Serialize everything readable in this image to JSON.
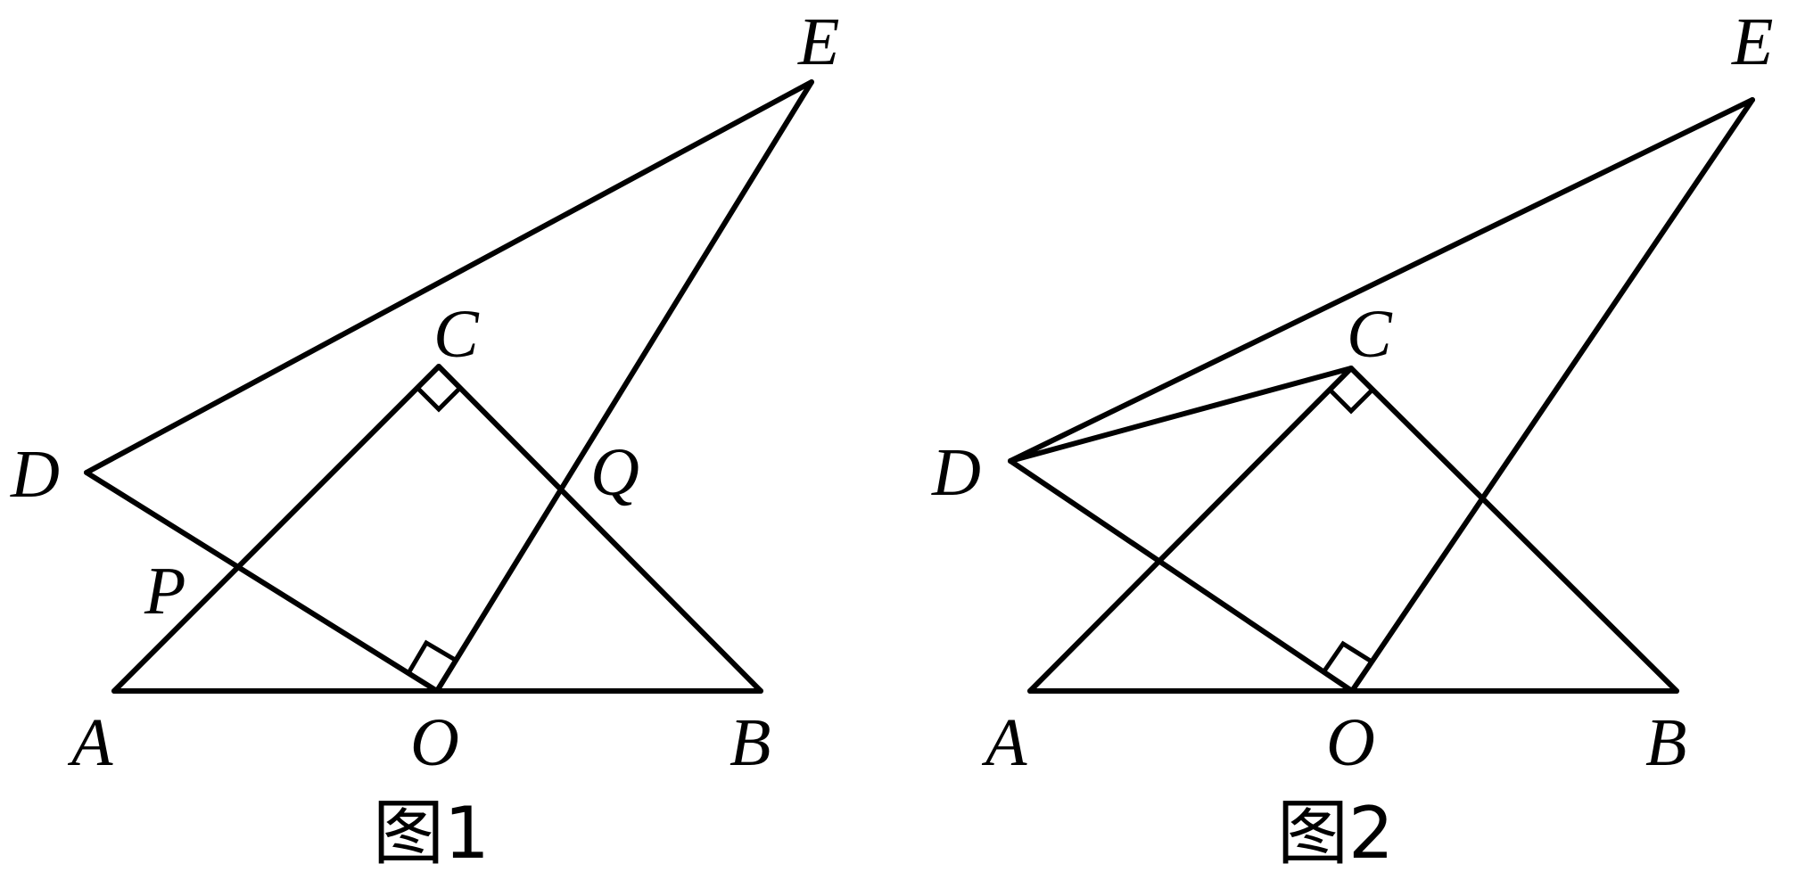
{
  "figures": [
    {
      "caption": "图1",
      "points": {
        "A": "A",
        "O": "O",
        "B": "B",
        "C": "C",
        "D": "D",
        "E": "E",
        "P": "P",
        "Q": "Q"
      }
    },
    {
      "caption": "图2",
      "points": {
        "A": "A",
        "O": "O",
        "B": "B",
        "C": "C",
        "D": "D",
        "E": "E"
      }
    }
  ]
}
